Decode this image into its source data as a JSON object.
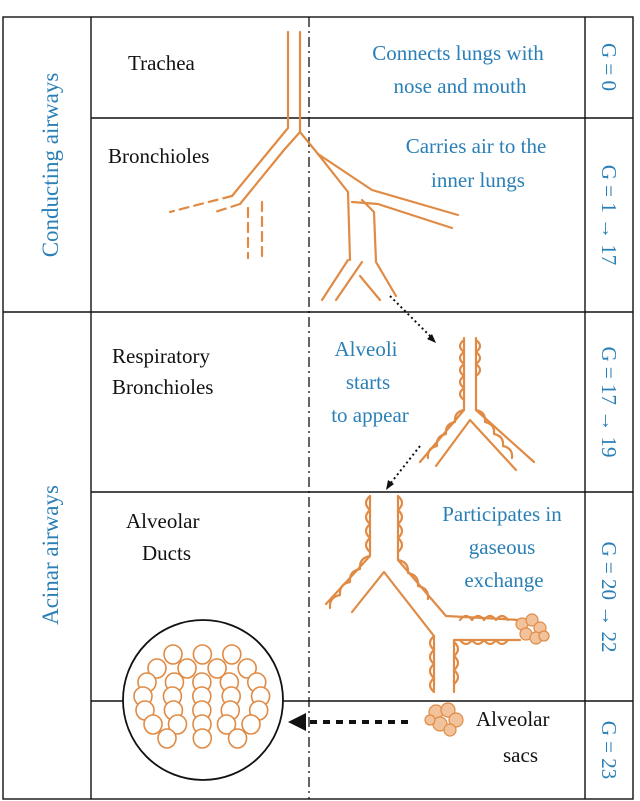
{
  "groups": {
    "conducting": "Conducting airways",
    "acinar": "Acinar airways"
  },
  "rows": [
    {
      "name": [
        "Trachea"
      ],
      "description": [
        "Connects lungs with",
        "nose and mouth"
      ],
      "generation": "G = 0"
    },
    {
      "name": [
        "Bronchioles"
      ],
      "description": [
        "Carries air to the",
        "inner lungs"
      ],
      "generation": "G = 1 → 17"
    },
    {
      "name": [
        "Respiratory",
        "Bronchioles"
      ],
      "description": [
        "Alveoli",
        "starts",
        "to appear"
      ],
      "generation": "G = 17 → 19"
    },
    {
      "name": [
        "Alveolar",
        "Ducts"
      ],
      "description": [
        "Participates in",
        "gaseous",
        "exchange"
      ],
      "generation": "G = 20 → 22"
    },
    {
      "name": [
        "Alveolar",
        "sacs"
      ],
      "description": [],
      "generation": "G = 23"
    }
  ],
  "colors": {
    "airway": "#e08b45",
    "label": "#2a7fb6",
    "text": "#111111"
  }
}
